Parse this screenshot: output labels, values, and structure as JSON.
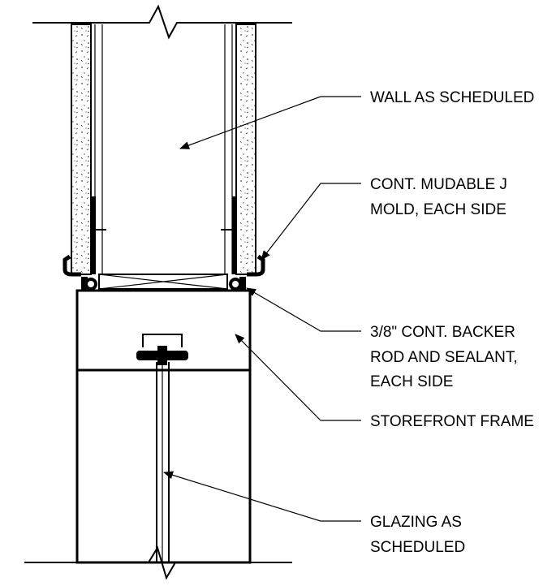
{
  "labels": {
    "wall": "WALL AS SCHEDULED",
    "j_mold_line1": "CONT. MUDABLE J",
    "j_mold_line2": "MOLD, EACH SIDE",
    "backer_line1": "3/8\" CONT. BACKER",
    "backer_line2": "ROD AND SEALANT,",
    "backer_line3": "EACH SIDE",
    "storefront": "STOREFRONT FRAME",
    "glazing_line1": "GLAZING AS",
    "glazing_line2": "SCHEDULED"
  },
  "colors": {
    "line": "#000000",
    "background": "#ffffff",
    "fill_dark": "#000000",
    "speckle": "#444444"
  }
}
